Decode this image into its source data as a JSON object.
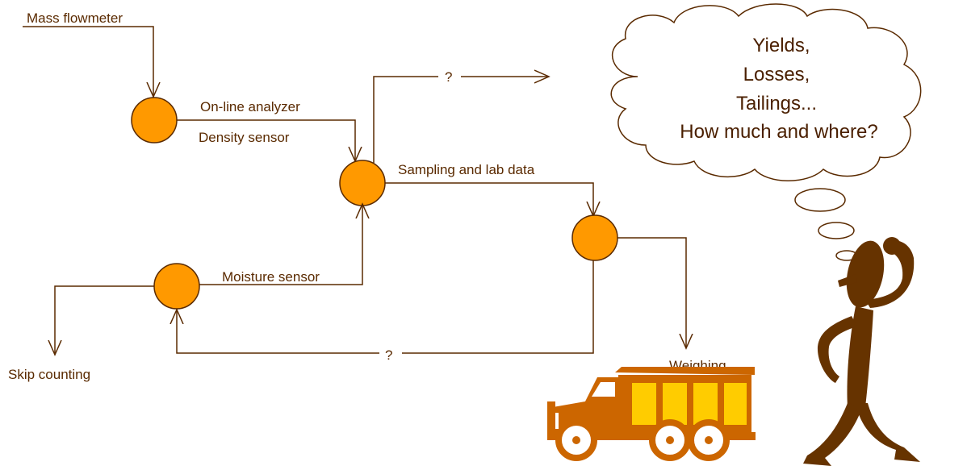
{
  "diagram": {
    "labels": {
      "mass_flowmeter": "Mass flowmeter",
      "online_analyzer": "On-line analyzer",
      "density_sensor": "Density sensor",
      "sampling_lab": "Sampling and lab data",
      "moisture_sensor": "Moisture sensor",
      "question_top": "?",
      "question_bottom": "?",
      "skip_counting": "Skip counting",
      "weighing": "Weighing"
    },
    "thought": {
      "line1": "Yields,",
      "line2": "Losses,",
      "line3": "Tailings...",
      "line4": "How much and where?"
    },
    "colors": {
      "node_fill": "#ff9900",
      "line": "#5a2a00",
      "truck_body": "#cc6600",
      "truck_cargo": "#ffcc00",
      "figure": "#663300"
    },
    "icons": [
      "thought-cloud-icon",
      "dump-truck-icon",
      "thinking-person-icon"
    ]
  }
}
